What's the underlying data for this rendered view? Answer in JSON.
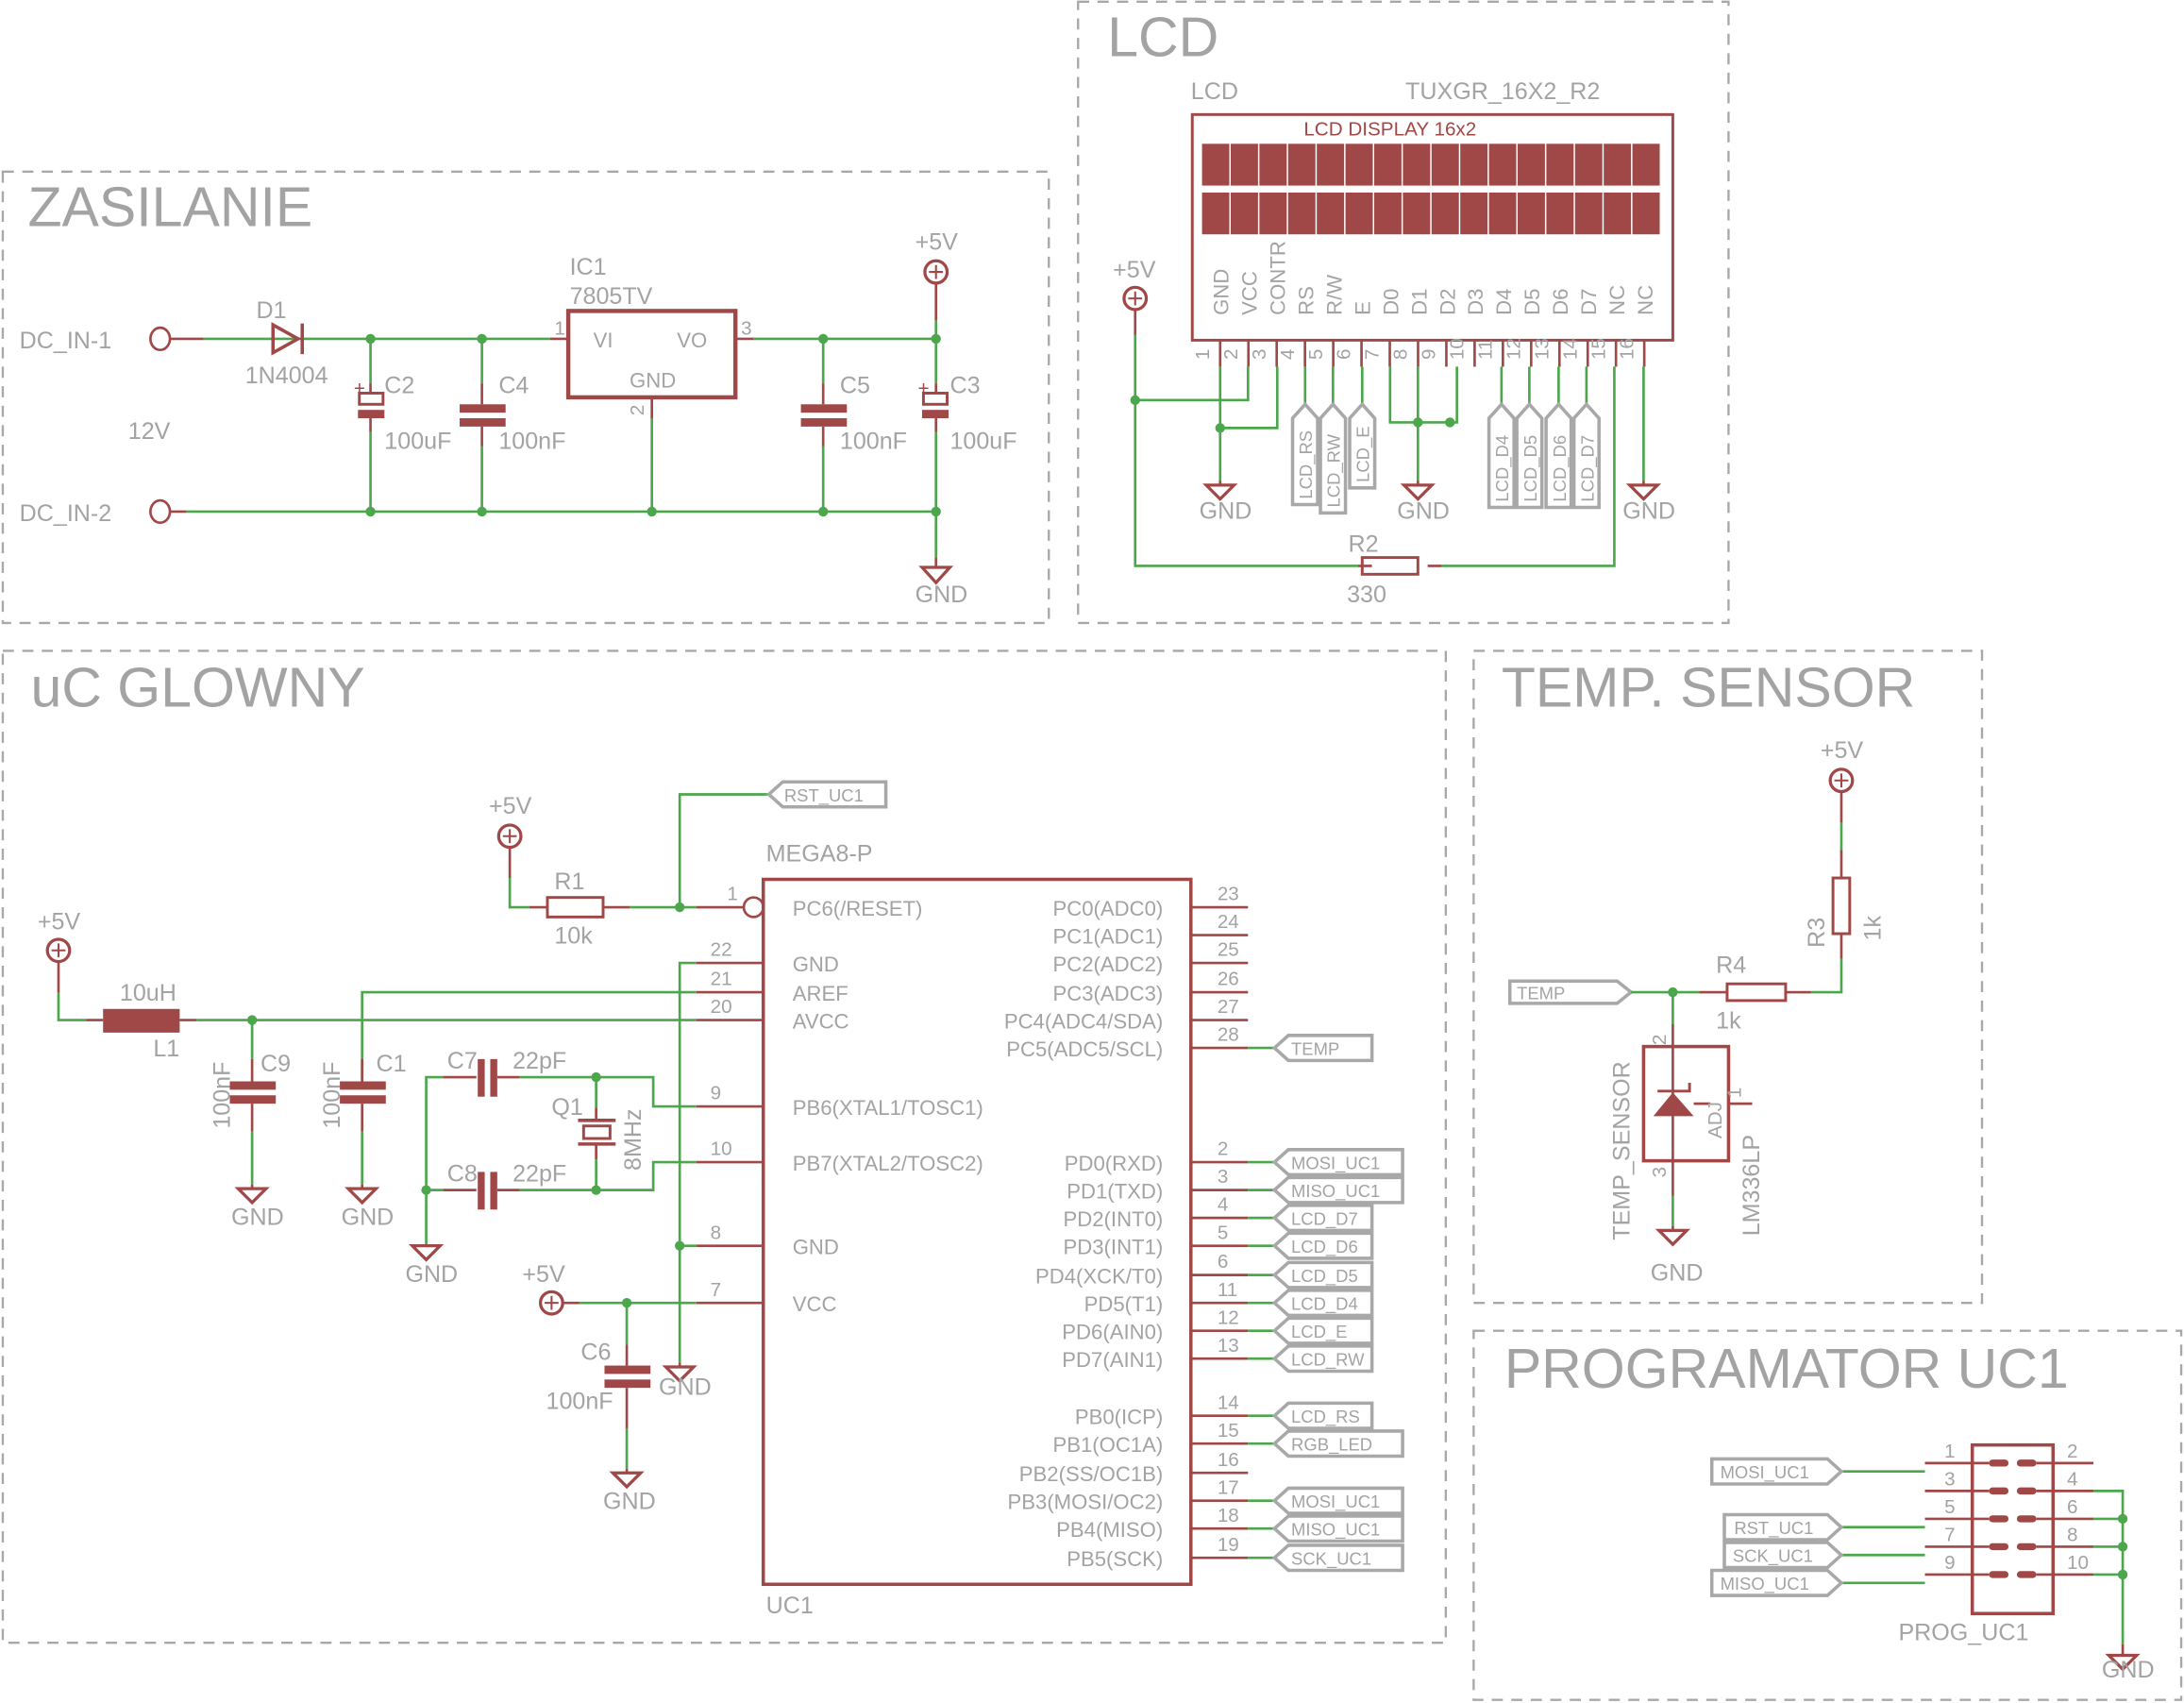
{
  "sections": {
    "power": {
      "title": "ZASILANIE"
    },
    "lcd": {
      "title": "LCD"
    },
    "mcu": {
      "title": "uC GLOWNY"
    },
    "temp": {
      "title": "TEMP. SENSOR"
    },
    "prog": {
      "title": "PROGRAMATOR UC1"
    }
  },
  "power": {
    "dc_in_1": "DC_IN-1",
    "dc_in_2": "DC_IN-2",
    "voltage_note": "12V",
    "d1": {
      "name": "D1",
      "value": "1N4004"
    },
    "ic1": {
      "name": "IC1",
      "value": "7805TV",
      "vi": "VI",
      "vo": "VO",
      "gnd": "GND",
      "pin1": "1",
      "pin2": "2",
      "pin3": "3"
    },
    "c2": {
      "name": "C2",
      "value": "100uF"
    },
    "c4": {
      "name": "C4",
      "value": "100nF"
    },
    "c5": {
      "name": "C5",
      "value": "100nF"
    },
    "c3": {
      "name": "C3",
      "value": "100uF"
    },
    "vcc": "+5V",
    "gnd": "GND",
    "plus": "+"
  },
  "lcd": {
    "name": "LCD",
    "value": "TUXGR_16X2_R2",
    "display_label": "LCD DISPLAY 16x2",
    "pins": [
      {
        "num": "1",
        "name": "GND"
      },
      {
        "num": "2",
        "name": "VCC"
      },
      {
        "num": "3",
        "name": "CONTR"
      },
      {
        "num": "4",
        "name": "RS"
      },
      {
        "num": "5",
        "name": "R/W"
      },
      {
        "num": "6",
        "name": "E"
      },
      {
        "num": "7",
        "name": "D0"
      },
      {
        "num": "8",
        "name": "D1"
      },
      {
        "num": "9",
        "name": "D2"
      },
      {
        "num": "10",
        "name": "D3"
      },
      {
        "num": "11",
        "name": "D4"
      },
      {
        "num": "12",
        "name": "D5"
      },
      {
        "num": "13",
        "name": "D6"
      },
      {
        "num": "14",
        "name": "D7"
      },
      {
        "num": "15",
        "name": "NC"
      },
      {
        "num": "16",
        "name": "NC"
      }
    ],
    "tags": [
      "LCD_RS",
      "LCD_RW",
      "LCD_E",
      "LCD_D4",
      "LCD_D5",
      "LCD_D6",
      "LCD_D7"
    ],
    "vcc": "+5V",
    "gnd": "GND",
    "r2": {
      "name": "R2",
      "value": "330"
    }
  },
  "mcu": {
    "part": "MEGA8-P",
    "name": "UC1",
    "vcc": "+5V",
    "gnd": "GND",
    "r1": {
      "name": "R1",
      "value": "10k"
    },
    "l1": {
      "name": "L1",
      "value": "10uH"
    },
    "c9": {
      "name": "C9",
      "value": "100nF"
    },
    "c1": {
      "name": "C1",
      "value": "100nF"
    },
    "c7": {
      "name": "C7",
      "value": "22pF"
    },
    "c8": {
      "name": "C8",
      "value": "22pF"
    },
    "c6": {
      "name": "C6",
      "value": "100nF"
    },
    "q1": {
      "name": "Q1",
      "value": "8MHz"
    },
    "rst_tag": "RST_UC1",
    "left_pins": [
      {
        "num": "1",
        "name": "PC6(/RESET)"
      },
      {
        "num": "22",
        "name": "GND"
      },
      {
        "num": "21",
        "name": "AREF"
      },
      {
        "num": "20",
        "name": "AVCC"
      },
      {
        "num": "9",
        "name": "PB6(XTAL1/TOSC1)"
      },
      {
        "num": "10",
        "name": "PB7(XTAL2/TOSC2)"
      },
      {
        "num": "8",
        "name": "GND"
      },
      {
        "num": "7",
        "name": "VCC"
      }
    ],
    "right_pins": [
      {
        "num": "23",
        "name": "PC0(ADC0)",
        "tag": ""
      },
      {
        "num": "24",
        "name": "PC1(ADC1)",
        "tag": ""
      },
      {
        "num": "25",
        "name": "PC2(ADC2)",
        "tag": ""
      },
      {
        "num": "26",
        "name": "PC3(ADC3)",
        "tag": ""
      },
      {
        "num": "27",
        "name": "PC4(ADC4/SDA)",
        "tag": ""
      },
      {
        "num": "28",
        "name": "PC5(ADC5/SCL)",
        "tag": "TEMP"
      },
      {
        "num": "2",
        "name": "PD0(RXD)",
        "tag": "MOSI_UC1"
      },
      {
        "num": "3",
        "name": "PD1(TXD)",
        "tag": "MISO_UC1"
      },
      {
        "num": "4",
        "name": "PD2(INT0)",
        "tag": "LCD_D7"
      },
      {
        "num": "5",
        "name": "PD3(INT1)",
        "tag": "LCD_D6"
      },
      {
        "num": "6",
        "name": "PD4(XCK/T0)",
        "tag": "LCD_D5"
      },
      {
        "num": "11",
        "name": "PD5(T1)",
        "tag": "LCD_D4"
      },
      {
        "num": "12",
        "name": "PD6(AIN0)",
        "tag": "LCD_E"
      },
      {
        "num": "13",
        "name": "PD7(AIN1)",
        "tag": "LCD_RW"
      },
      {
        "num": "14",
        "name": "PB0(ICP)",
        "tag": "LCD_RS"
      },
      {
        "num": "15",
        "name": "PB1(OC1A)",
        "tag": "RGB_LED"
      },
      {
        "num": "16",
        "name": "PB2(SS/OC1B)",
        "tag": ""
      },
      {
        "num": "17",
        "name": "PB3(MOSI/OC2)",
        "tag": "MOSI_UC1"
      },
      {
        "num": "18",
        "name": "PB4(MISO)",
        "tag": "MISO_UC1"
      },
      {
        "num": "19",
        "name": "PB5(SCK)",
        "tag": "SCK_UC1"
      }
    ]
  },
  "temp": {
    "tag": "TEMP",
    "vcc": "+5V",
    "gnd": "GND",
    "r3": {
      "name": "R3",
      "value": "1k"
    },
    "r4": {
      "name": "R4",
      "value": "1k"
    },
    "sensor": {
      "name": "TEMP_SENSOR",
      "value": "LM336LP",
      "adj": "ADJ",
      "pin1": "1",
      "pin2": "2",
      "pin3": "3"
    }
  },
  "prog": {
    "name": "PROG_UC1",
    "gnd": "GND",
    "left_pins": [
      "1",
      "3",
      "5",
      "7",
      "9"
    ],
    "right_pins": [
      "2",
      "4",
      "6",
      "8",
      "10"
    ],
    "tags": {
      "p1": "MOSI_UC1",
      "p5": "RST_UC1",
      "p7": "SCK_UC1",
      "p9": "MISO_UC1"
    }
  },
  "colors": {
    "wire": "#4ca64c",
    "symbol": "#a04848",
    "text": "#a3a3a3",
    "frame": "#a8a8a8"
  }
}
